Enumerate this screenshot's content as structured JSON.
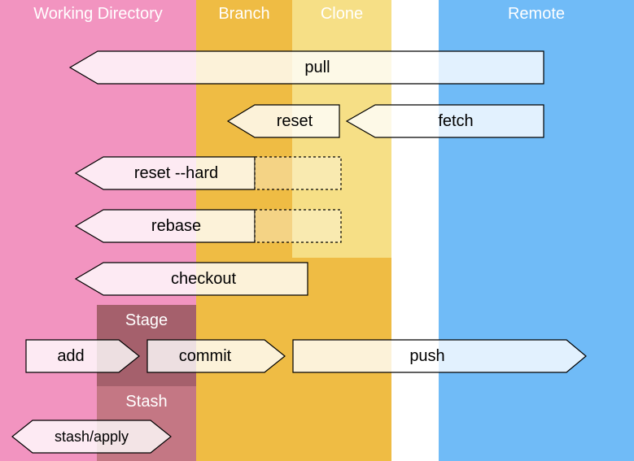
{
  "lanes": {
    "working_directory": {
      "title": "Working Directory",
      "color": "#f294c0"
    },
    "branch": {
      "title": "Branch",
      "color": "#efbc44"
    },
    "clone": {
      "title": "Clone",
      "color": "#f6df86"
    },
    "remote": {
      "title": "Remote",
      "color": "#70bbf7"
    }
  },
  "boxes": {
    "stage": {
      "label": "Stage",
      "color": "#a5606c"
    },
    "stash": {
      "label": "Stash",
      "color": "#c47784"
    }
  },
  "arrows": {
    "pull": "pull",
    "reset": "reset",
    "fetch": "fetch",
    "reset_hard": "reset --hard",
    "rebase": "rebase",
    "checkout": "checkout",
    "add": "add",
    "commit": "commit",
    "push": "push",
    "stash_apply": "stash/apply"
  },
  "arrow_fill": "#ffffff"
}
